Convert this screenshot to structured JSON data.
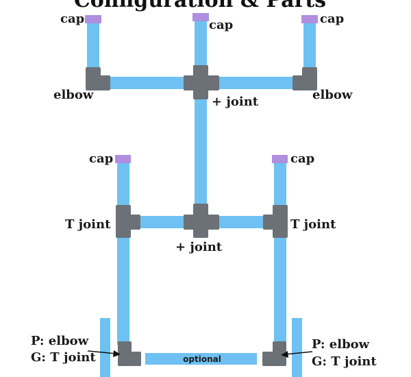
{
  "title": "Configuration & Parts",
  "colors": {
    "pipe": "#6ec1f2",
    "fitting": "#6b7177",
    "cap": "#b08ee0",
    "arrow": "#111111"
  },
  "labels": {
    "cap_top_left": "cap",
    "cap_top_mid": "cap",
    "cap_top_right": "cap",
    "elbow_left": "elbow",
    "elbow_right": "elbow",
    "plus_joint_top": "+ joint",
    "cap_mid_left": "cap",
    "cap_mid_right": "cap",
    "t_joint_left": "T joint",
    "t_joint_right": "T joint",
    "plus_joint_mid": "+ joint",
    "bottom_left_line1": "P: elbow",
    "bottom_left_line2": "G: T joint",
    "bottom_right_line1": "P: elbow",
    "bottom_right_line2": "G: T joint",
    "optional": "optional"
  }
}
